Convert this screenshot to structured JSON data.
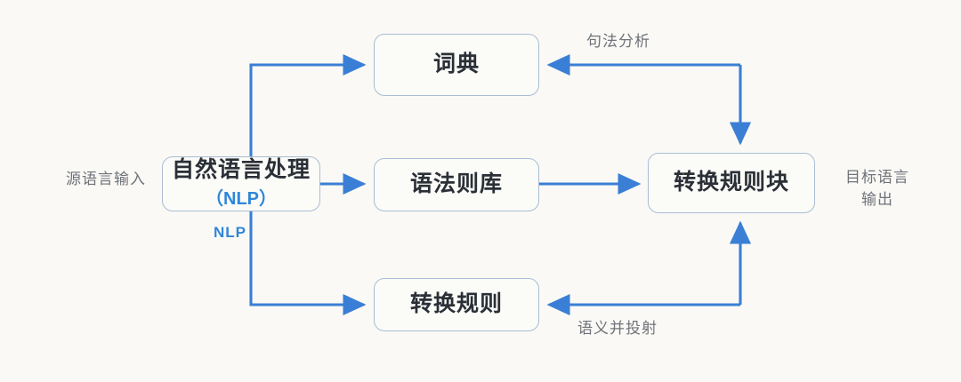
{
  "diagram": {
    "title": "NLP machine translation flow",
    "background_color": "#faf9f5",
    "accent_color": "#3a7fd5",
    "node_border_color": "#a9bdd4",
    "label_color": "#6f737a",
    "nodes": {
      "nlp": {
        "title": "自然语言处理",
        "subtitle": "（NLP）"
      },
      "dictionary": {
        "title": "词典"
      },
      "grammar": {
        "title": "语法则库"
      },
      "transfer_rule": {
        "title": "转换规则"
      },
      "transfer_block": {
        "title": "转换规则块"
      }
    },
    "side_labels": {
      "source_input": "源语言输入",
      "target_output_line1": "目标语言",
      "target_output_line2": "输出"
    },
    "edge_labels": {
      "nlp": "NLP",
      "syntactic_analysis": "句法分析",
      "semantic_projection": "语义并投射"
    }
  }
}
